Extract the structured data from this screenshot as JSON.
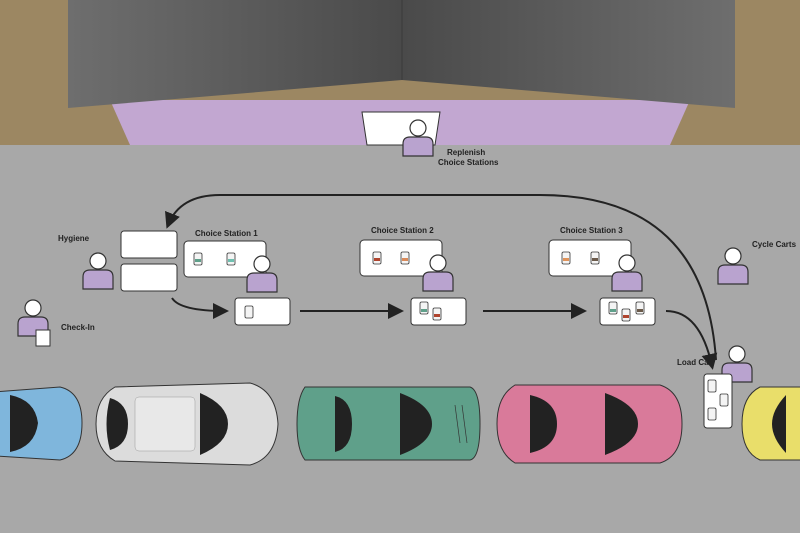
{
  "labels": {
    "replenish_line1": "Replenish",
    "replenish_line2": "Choice Stations",
    "hygiene": "Hygiene",
    "check_in": "Check-In",
    "choice_station_1": "Choice Station 1",
    "choice_station_2": "Choice Station 2",
    "choice_station_3": "Choice Station 3",
    "cycle_carts": "Cycle Carts",
    "load_car": "Load Car"
  },
  "colors": {
    "ground": "#a8a8a8",
    "building_wall": "#5a5a5a",
    "floor_purple": "#c2a7d1",
    "outside_tan": "#9c8762",
    "person_purple": "#b9a3cf",
    "car_blue": "#7fb6dc",
    "car_white": "#dcdcdc",
    "car_green": "#5fa08a",
    "car_pink": "#d97a9a",
    "car_yellow": "#e9de6a"
  }
}
